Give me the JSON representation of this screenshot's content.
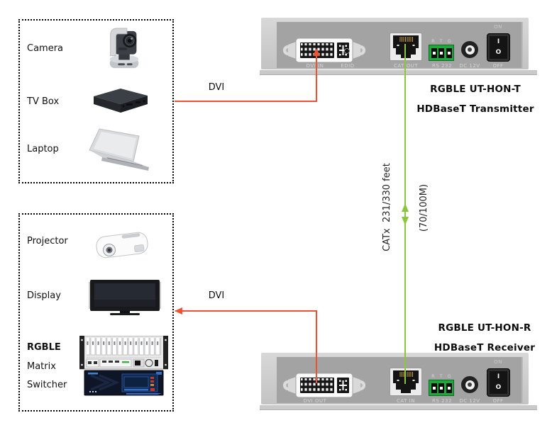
{
  "sources": {
    "items": [
      {
        "label": "Camera"
      },
      {
        "label": "TV Box"
      },
      {
        "label": "Laptop"
      }
    ]
  },
  "sinks": {
    "items": [
      {
        "label": "Projector"
      },
      {
        "label": "Display"
      },
      {
        "line1": "RGBLE",
        "line2": "Matrix",
        "line3": "Switcher"
      }
    ]
  },
  "transmitter": {
    "model": "RGBLE UT-HON-T",
    "device_type": "HDBaseT Transmitter",
    "ports": {
      "dvi": "DVI IN",
      "edid": "EDID",
      "cat": "CAT OUT",
      "rs232": "RS 232",
      "rs232_pins": "R T G",
      "dc": "DC 12V",
      "power_on": "ON",
      "power_off": "OFF",
      "switch_on": "I",
      "switch_off": "O"
    }
  },
  "receiver": {
    "model": "RGBLE UT-HON-R",
    "device_type": "HDBaseT Receiver",
    "ports": {
      "dvi": "DVI OUT",
      "cat": "CAT IN",
      "rs232": "RS 232",
      "rs232_pins": "R T G",
      "dc": "DC 12V",
      "power_on": "ON",
      "power_off": "OFF",
      "switch_on": "I",
      "switch_off": "O"
    }
  },
  "connections": {
    "dvi_top": "DVI",
    "dvi_bottom": "DVI",
    "cat_run": "CATx  231/330 feet",
    "cat_distance": "(70/100M)"
  },
  "colors": {
    "dvi_cable": "#f1512d",
    "cat_cable": "#8cc63e",
    "panel_face": "#a3a3a3"
  }
}
